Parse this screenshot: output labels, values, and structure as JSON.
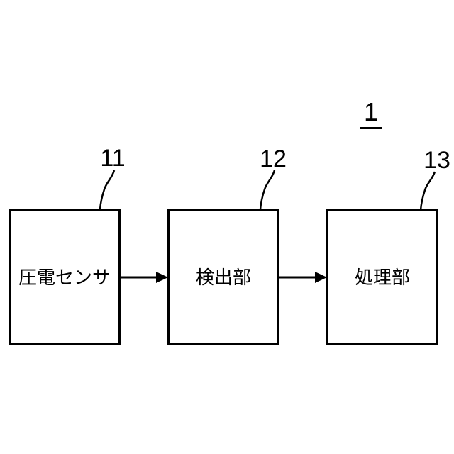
{
  "figure": {
    "number_label": "1"
  },
  "blocks": [
    {
      "label": "圧電センサ",
      "ref": "11"
    },
    {
      "label": "検出部",
      "ref": "12"
    },
    {
      "label": "処理部",
      "ref": "13"
    }
  ],
  "connections": [
    {
      "from": "11",
      "to": "12",
      "style": "arrow-right"
    },
    {
      "from": "12",
      "to": "13",
      "style": "arrow-right"
    }
  ],
  "colors": {
    "line": "#000000",
    "background": "#ffffff"
  }
}
